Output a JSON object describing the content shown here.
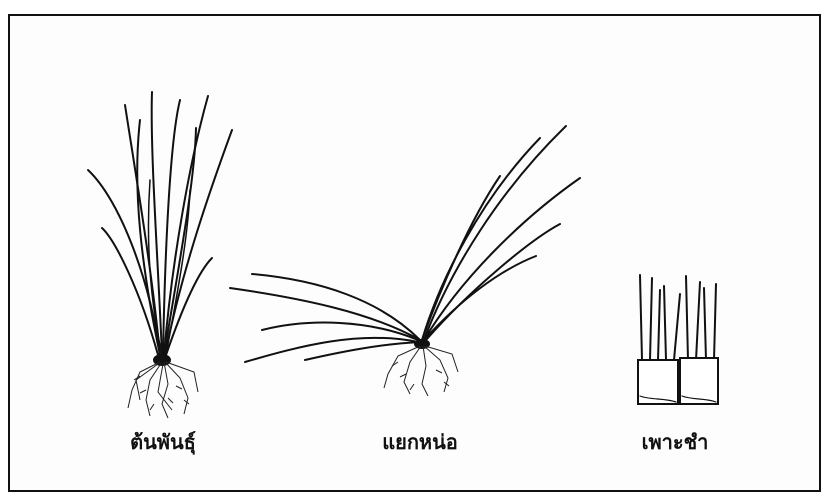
{
  "figure": {
    "panels": [
      {
        "label": "ต้นพันธุ์",
        "icon": "mother-plant-icon"
      },
      {
        "label": "แยกหน่อ",
        "icon": "split-tillers-icon"
      },
      {
        "label": "เพาะชำ",
        "icon": "nursery-pots-icon"
      }
    ]
  }
}
